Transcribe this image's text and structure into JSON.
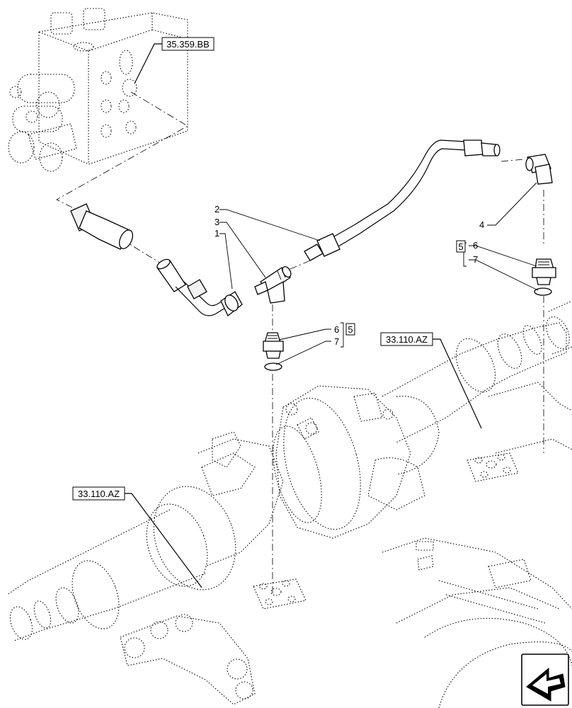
{
  "reference_boxes": [
    {
      "id": "ref-top",
      "text": "35.359.BB"
    },
    {
      "id": "ref-right",
      "text": "33.110.AZ"
    },
    {
      "id": "ref-left",
      "text": "33.110.AZ"
    }
  ],
  "callouts": {
    "c1": "1",
    "c2": "2",
    "c3": "3",
    "c4": "4",
    "c6a": "6",
    "c7a": "7",
    "c5a": "5",
    "c6b": "6",
    "c7b": "7",
    "c5b": "5"
  },
  "icons": {
    "nav": "next-page-arrow-icon"
  }
}
